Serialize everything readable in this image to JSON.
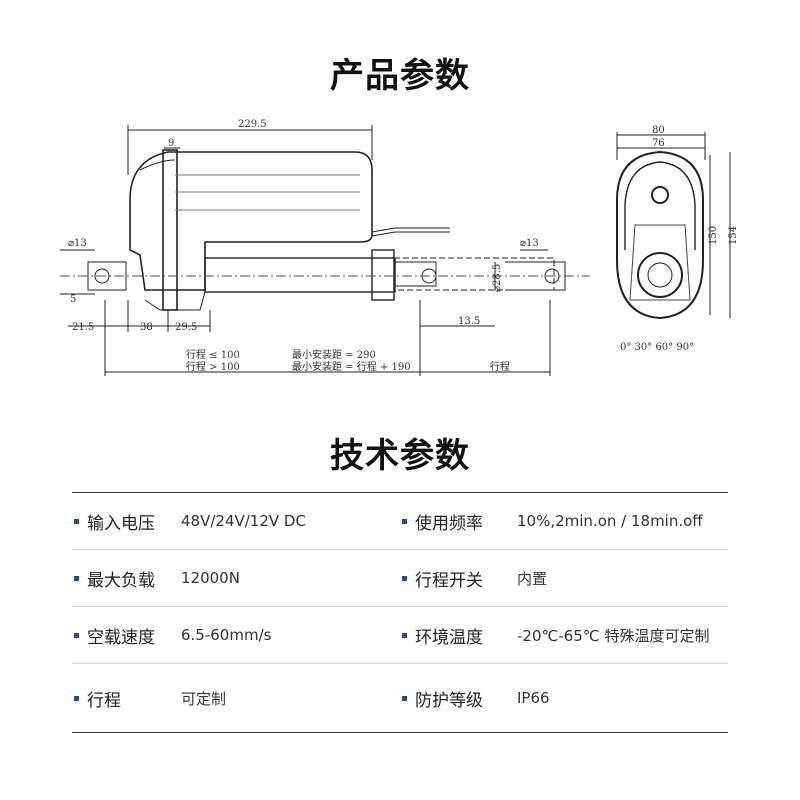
{
  "titles": {
    "product": "产品参数",
    "tech": "技术参数"
  },
  "drawing": {
    "dim_229_5": "229.5",
    "dim_9": "9",
    "dim_d13_left": "⌀13",
    "dim_d13_right": "⌀13",
    "dim_5": "5",
    "dim_21_5": "21.5",
    "dim_38": "38",
    "dim_29_5": "29.5",
    "dim_13_5": "13.5",
    "dim_28_5": "⌀28.5",
    "note_line1_a": "行程 ≤ 100",
    "note_line1_b": "最小安装距 = 290",
    "note_line2_a": "行程 > 100",
    "note_line2_b": "最小安装距 = 行程 + 190",
    "stroke_label": "行程",
    "dim_80": "80",
    "dim_76": "76",
    "dim_150": "150",
    "dim_154": "154",
    "angles": "0°  30°  60°  90°"
  },
  "specs": [
    {
      "left_label": "输入电压",
      "left_value": "48V/24V/12V DC",
      "right_label": "使用频率",
      "right_value": "10%,2min.on / 18min.off"
    },
    {
      "left_label": "最大负载",
      "left_value": "12000N",
      "right_label": "行程开关",
      "right_value": "内置"
    },
    {
      "left_label": "空载速度",
      "left_value": "6.5-60mm/s",
      "right_label": "环境温度",
      "right_value": "-20℃-65℃ 特殊温度可定制"
    },
    {
      "left_label": "行程",
      "left_value": "可定制",
      "right_label": "防护等级",
      "right_value": "IP66"
    }
  ],
  "colors": {
    "bullet": "#2a4a8a",
    "line": "#333333"
  }
}
